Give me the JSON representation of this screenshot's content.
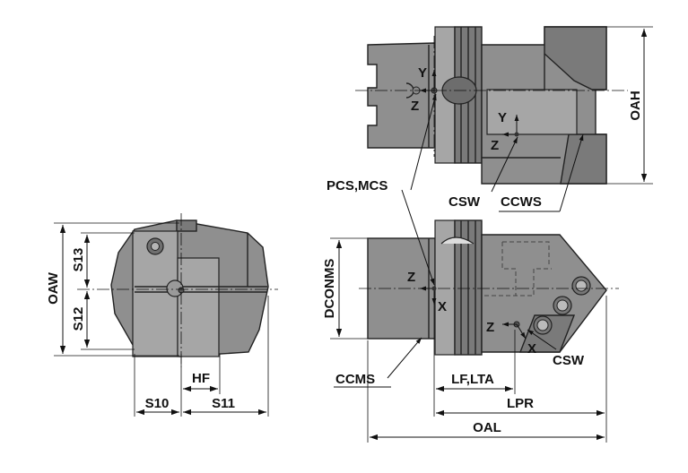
{
  "labels": {
    "oah": "OAH",
    "oaw": "OAW",
    "s13": "S13",
    "s12": "S12",
    "hf": "HF",
    "s10": "S10",
    "s11": "S11",
    "dconms": "DCONMS",
    "ccms": "CCMS",
    "lf_lta": "LF,LTA",
    "lpr": "LPR",
    "oal": "OAL",
    "pcs_mcs": "PCS,MCS",
    "csw_top": "CSW",
    "ccws": "CCWS",
    "csw_side": "CSW"
  },
  "axes": {
    "y": "Y",
    "z": "Z",
    "x": "X"
  }
}
